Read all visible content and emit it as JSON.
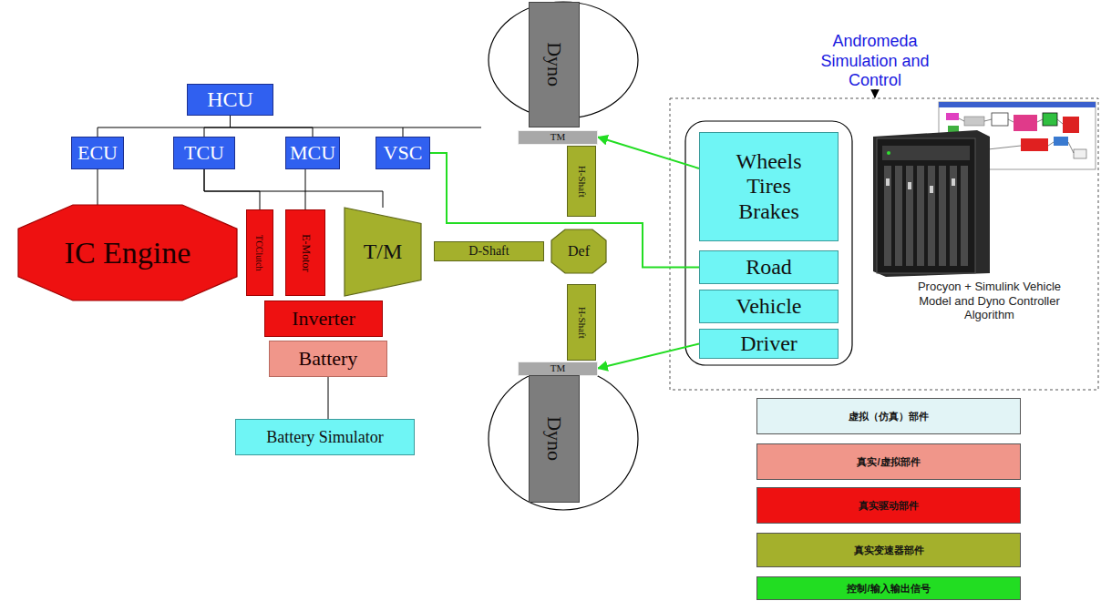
{
  "diagram": {
    "nodes": [
      {
        "text": [
          "HCU"
        ]
      },
      {
        "text": [
          "ECU"
        ]
      },
      {
        "text": [
          "TCU"
        ]
      },
      {
        "text": [
          "MCU"
        ]
      },
      {
        "text": [
          "VSC"
        ]
      },
      {
        "text": [
          "IC Engine"
        ]
      },
      {
        "text": [
          "TCClutch"
        ]
      },
      {
        "text": [
          "E-Motor"
        ]
      },
      {
        "text": [
          "T/M"
        ]
      },
      {
        "text": [
          "D-Shaft"
        ]
      },
      {
        "text": [
          "Def"
        ]
      },
      {
        "text": [
          "Inverter"
        ]
      },
      {
        "text": [
          "Battery"
        ]
      },
      {
        "text": [
          "Battery Simulator"
        ]
      },
      {
        "text": [
          "Dyno"
        ]
      },
      {
        "text": [
          "TM"
        ]
      },
      {
        "text": [
          "H-Shaft"
        ]
      },
      {
        "text": [
          "H-Shaft"
        ]
      },
      {
        "text": [
          "TM"
        ]
      },
      {
        "text": [
          "Dyno"
        ]
      },
      {
        "text": [
          "Wheels Tires Brakes"
        ]
      },
      {
        "text": [
          "Road"
        ]
      },
      {
        "text": [
          "Vehicle"
        ]
      },
      {
        "text": [
          "Driver"
        ]
      }
    ],
    "edges": [
      {
        "from": 0,
        "to": 1,
        "arrow": "none"
      },
      {
        "from": 0,
        "to": 2,
        "arrow": "none"
      },
      {
        "from": 0,
        "to": 3,
        "arrow": "none"
      },
      {
        "from": 0,
        "to": 4,
        "arrow": "none"
      },
      {
        "from": 1,
        "to": 5,
        "arrow": "none"
      },
      {
        "from": 2,
        "to": 6,
        "arrow": "none"
      },
      {
        "from": 2,
        "to": 8,
        "arrow": "none"
      },
      {
        "from": 3,
        "to": 7,
        "arrow": "none"
      },
      {
        "from": 4,
        "to": 21,
        "arrow": "none"
      },
      {
        "from": 20,
        "to": 15,
        "arrow": "to"
      },
      {
        "from": 23,
        "to": 18,
        "arrow": "to"
      },
      {
        "from": 12,
        "to": 13,
        "arrow": "none"
      }
    ],
    "labels": [
      "Andromeda Simulation and Control",
      "Procyon + Simulink Vehicle Model and Dyno Controller Algorithm"
    ],
    "legend": [
      {
        "text": "虚拟（仿真）部件",
        "color": "#e2f4f6"
      },
      {
        "text": "真实/虚拟部件",
        "color": "#f0968a"
      },
      {
        "text": "真实驱动部件",
        "color": "#ee1111"
      },
      {
        "text": "真实变速器部件",
        "color": "#a4b02c"
      },
      {
        "text": "控制/输入输出信号",
        "color": "#22dd22"
      }
    ]
  }
}
